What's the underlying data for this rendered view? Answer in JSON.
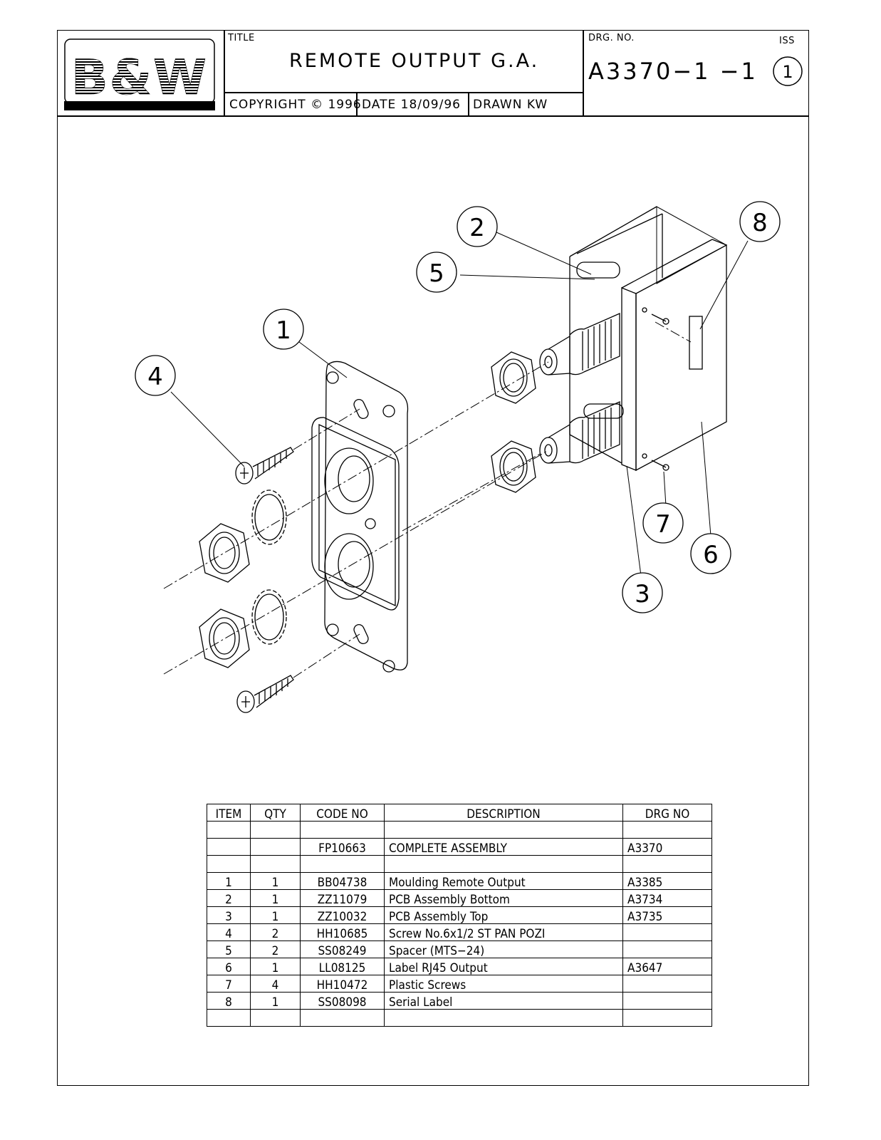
{
  "title_block": {
    "logo_text": "B&W",
    "title_caption": "TITLE",
    "title": "REMOTE OUTPUT G.A.",
    "drg_caption": "DRG. NO.",
    "drg_number": "A3370−1 −1",
    "iss_caption": "ISS",
    "issue": "1",
    "copyright": "COPYRIGHT © 1996",
    "date": "DATE 18/09/96",
    "drawn": "DRAWN KW"
  },
  "balloons": [
    "1",
    "2",
    "3",
    "4",
    "5",
    "6",
    "7",
    "8"
  ],
  "bom": {
    "headers": [
      "ITEM",
      "QTY",
      "CODE NO",
      "DESCRIPTION",
      "DRG NO"
    ],
    "rows": [
      [
        "",
        "",
        "",
        "",
        ""
      ],
      [
        "",
        "",
        "FP10663",
        "COMPLETE ASSEMBLY",
        "A3370"
      ],
      [
        "",
        "",
        "",
        "",
        ""
      ],
      [
        "1",
        "1",
        "BB04738",
        "Moulding Remote Output",
        "A3385"
      ],
      [
        "2",
        "1",
        "ZZ11079",
        "PCB Assembly Bottom",
        "A3734"
      ],
      [
        "3",
        "1",
        "ZZ10032",
        "PCB Assembly Top",
        "A3735"
      ],
      [
        "4",
        "2",
        "HH10685",
        "Screw No.6x1/2 ST PAN POZI",
        ""
      ],
      [
        "5",
        "2",
        "SS08249",
        "Spacer (MTS−24)",
        ""
      ],
      [
        "6",
        "1",
        "LL08125",
        "Label RJ45 Output",
        "A3647"
      ],
      [
        "7",
        "4",
        "HH10472",
        "Plastic Screws",
        ""
      ],
      [
        "8",
        "1",
        "SS08098",
        "Serial Label",
        ""
      ],
      [
        "",
        "",
        "",
        "",
        ""
      ]
    ]
  }
}
